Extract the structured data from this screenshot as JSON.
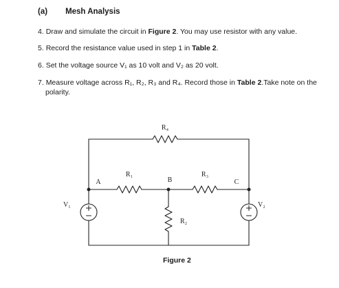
{
  "heading": {
    "label": "(a)",
    "title": "Mesh Analysis"
  },
  "steps": [
    {
      "num": "4.",
      "pre": "Draw and simulate the circuit in",
      "bold": "Figure 2",
      "post": ". You may use resistor with any value."
    },
    {
      "num": "5.",
      "pre": "Record the resistance value used in step 1 in",
      "bold": "Table 2",
      "post": "."
    },
    {
      "num": "6.",
      "text": "Set the voltage source V₁ as 10 volt and V₂ as 20 volt."
    },
    {
      "num": "7.",
      "pre": "Measure voltage across R₁, R₂, R₃ and R₄. Record those in",
      "bold": "Table 2",
      "post": ".Take note on the",
      "line2": "polarity."
    }
  ],
  "figure": {
    "caption": "Figure 2",
    "labels": {
      "r1": "R₁",
      "r2": "R₂",
      "r3": "R₃",
      "r4": "R₄",
      "v1": "V₁",
      "v2": "V₂",
      "node_a": "A",
      "node_b": "B",
      "node_c": "C"
    }
  }
}
